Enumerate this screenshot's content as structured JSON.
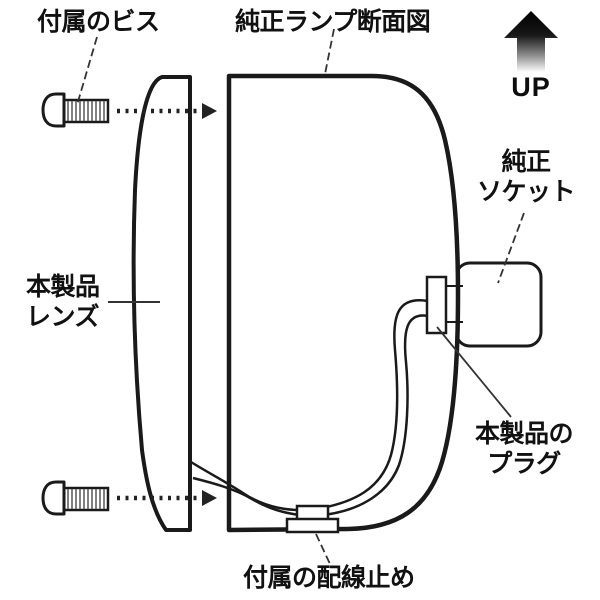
{
  "diagram": {
    "title": "純正ランプ断面図",
    "labels": {
      "screws": "付属のビス",
      "lens_line1": "本製品",
      "lens_line2": "レンズ",
      "socket_line1": "純正",
      "socket_line2": "ソケット",
      "plug_line1": "本製品の",
      "plug_line2": "プラグ",
      "clamp": "付属の配線止め",
      "up": "UP"
    },
    "colors": {
      "line": "#1a1a1a",
      "background": "#ffffff",
      "up_arrow_top": "#000000",
      "up_arrow_bottom": "#fefefe",
      "thread_hatch": "#555555"
    }
  }
}
